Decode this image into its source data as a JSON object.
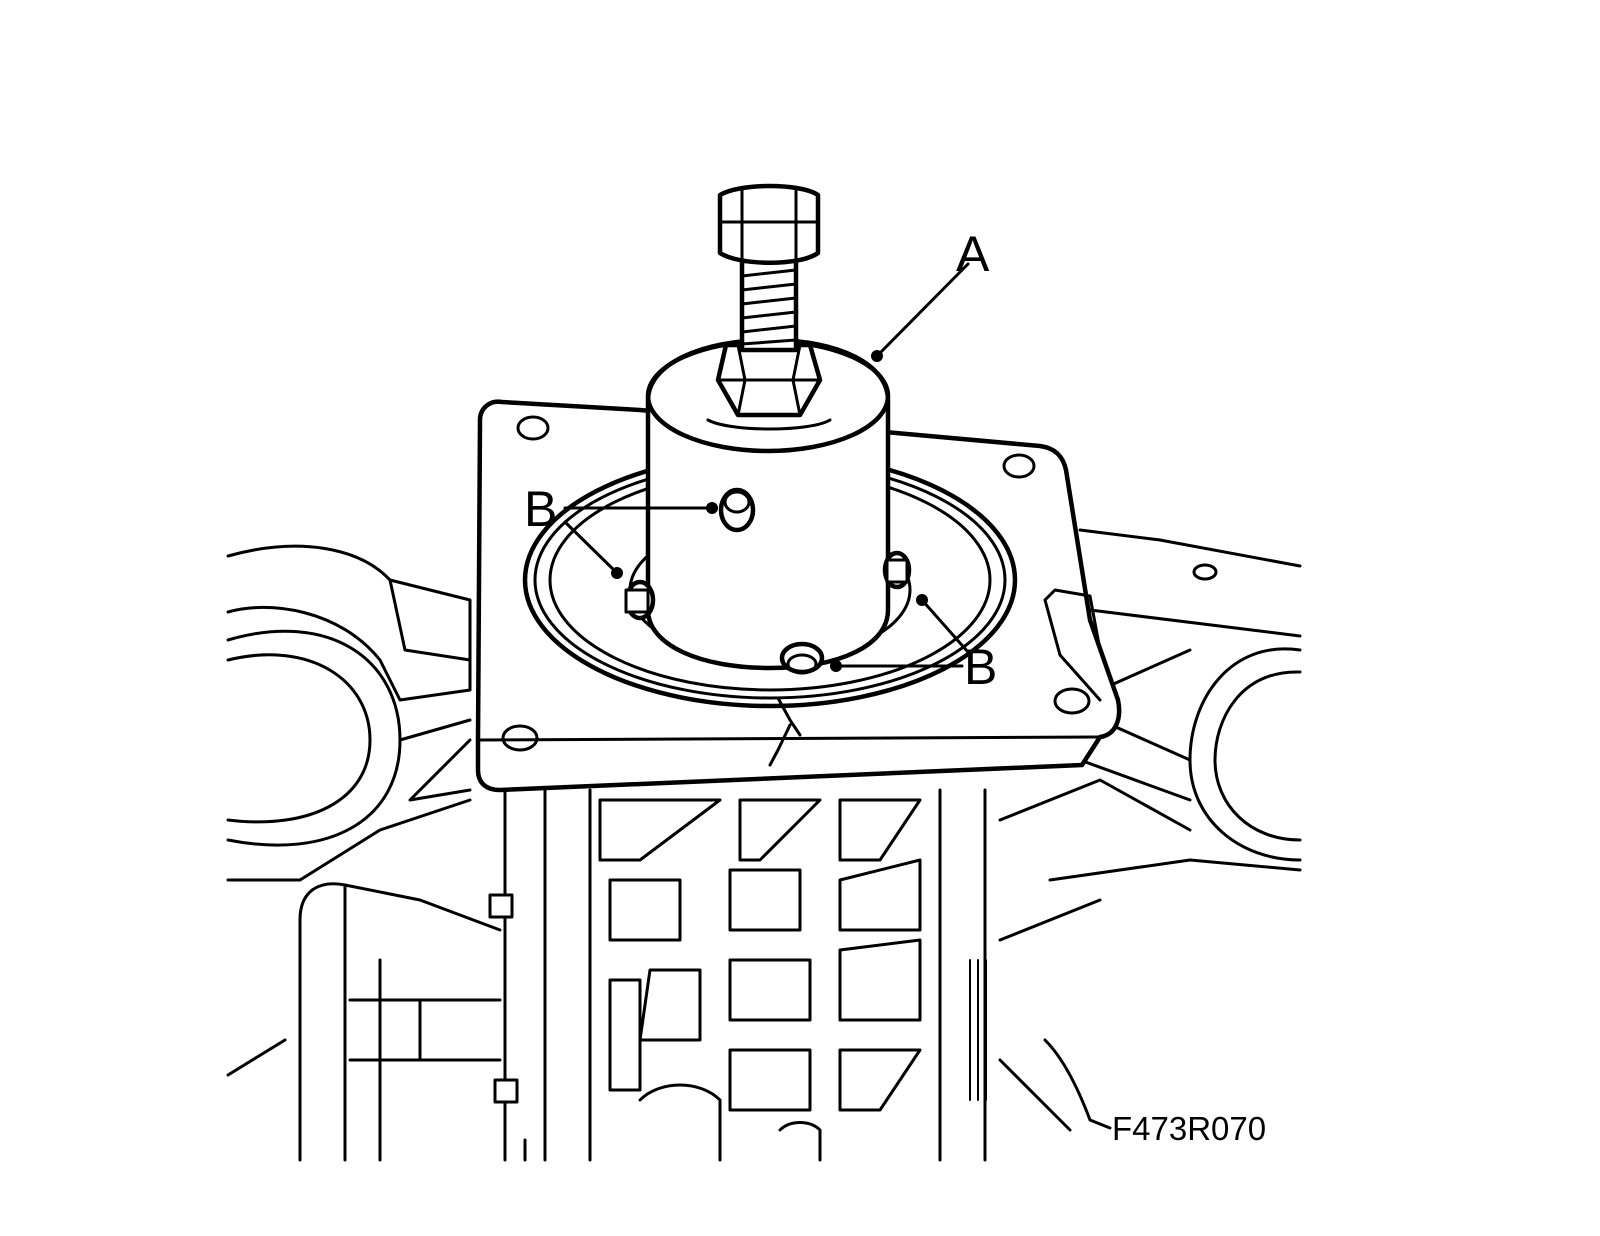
{
  "diagram": {
    "figure_id": "F473R070",
    "callouts": {
      "a": "A",
      "b_left": "B",
      "b_right": "B"
    }
  },
  "colors": {
    "line": "#000000",
    "background": "#ffffff"
  }
}
